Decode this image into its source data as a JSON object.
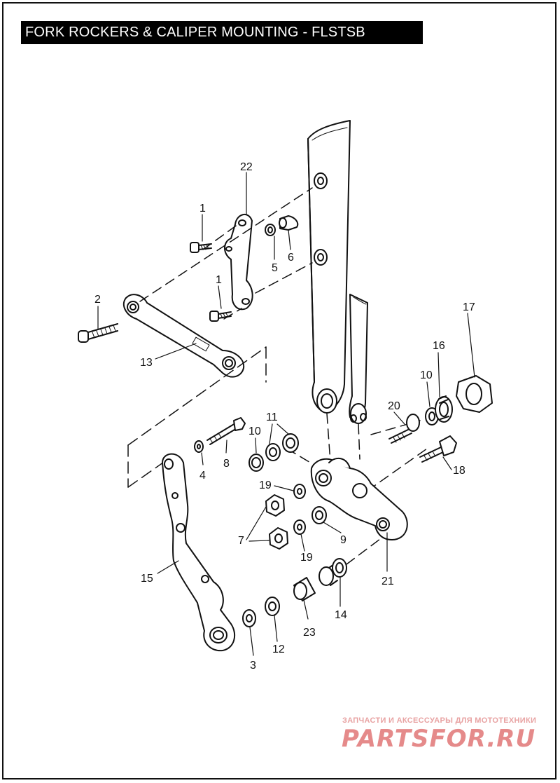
{
  "title": "FORK ROCKERS & CALIPER MOUNTING - FLSTSB",
  "watermark": {
    "subtitle": "ЗАПЧАСТИ И АКСЕССУАРЫ ДЛЯ МОТОТЕХНИКИ",
    "brand": "PARTSFOR.RU",
    "color": "#e58a8a"
  },
  "callouts": [
    {
      "id": "c22",
      "text": "22"
    },
    {
      "id": "c1a",
      "text": "1"
    },
    {
      "id": "c5",
      "text": "5"
    },
    {
      "id": "c6",
      "text": "6"
    },
    {
      "id": "c1b",
      "text": "1"
    },
    {
      "id": "c2",
      "text": "2"
    },
    {
      "id": "c13",
      "text": "13"
    },
    {
      "id": "c17",
      "text": "17"
    },
    {
      "id": "c16",
      "text": "16"
    },
    {
      "id": "c10a",
      "text": "10"
    },
    {
      "id": "c20",
      "text": "20"
    },
    {
      "id": "c11",
      "text": "11"
    },
    {
      "id": "c10b",
      "text": "10"
    },
    {
      "id": "c8",
      "text": "8"
    },
    {
      "id": "c4",
      "text": "4"
    },
    {
      "id": "c18",
      "text": "18"
    },
    {
      "id": "c19a",
      "text": "19"
    },
    {
      "id": "c7",
      "text": "7"
    },
    {
      "id": "c19b",
      "text": "19"
    },
    {
      "id": "c9",
      "text": "9"
    },
    {
      "id": "c15",
      "text": "15"
    },
    {
      "id": "c21",
      "text": "21"
    },
    {
      "id": "c14",
      "text": "14"
    },
    {
      "id": "c23",
      "text": "23"
    },
    {
      "id": "c12",
      "text": "12"
    },
    {
      "id": "c3",
      "text": "3"
    }
  ]
}
